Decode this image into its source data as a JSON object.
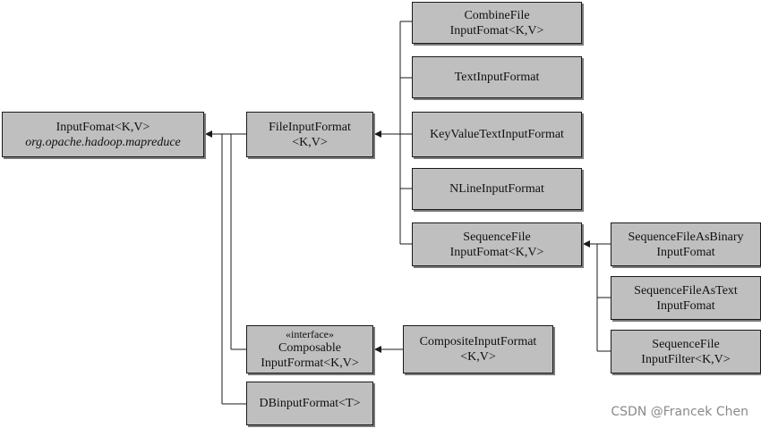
{
  "nodes": {
    "inputformat": {
      "line1": "InputFomat<K,V>",
      "line2": "org.opache.hadoop.mapreduce"
    },
    "fileinputformat": {
      "line1": "FileInputFormat",
      "line2": "<K,V>"
    },
    "combinefile": {
      "line1": "CombineFile",
      "line2": "InputFomat<K,V>"
    },
    "textinputformat": {
      "line1": "TextInputFormat"
    },
    "keyvaluetext": {
      "line1": "KeyValueTextInputFormat"
    },
    "nlineinputformat": {
      "line1": "NLineInputFormat"
    },
    "sequencefile": {
      "line1": "SequenceFile",
      "line2": "InputFomat<K,V>"
    },
    "seqasbinary": {
      "line1": "SequenceFileAsBinary",
      "line2": "InputFomat"
    },
    "seqastext": {
      "line1": "SequenceFileAsText",
      "line2": "InputFomat"
    },
    "seqfilter": {
      "line1": "SequenceFile",
      "line2": "InputFilter<K,V>"
    },
    "composable": {
      "stereotype": "«interface»",
      "line1": "Composable",
      "line2": "InputFormat<K,V>"
    },
    "compositeinputformat": {
      "line1": "CompositeInputFormat",
      "line2": "<K,V>"
    },
    "dbinputformat": {
      "line1": "DBinputFormat<T>"
    }
  },
  "watermark": "CSDN @Francek Chen",
  "colors": {
    "box_fill": "#bfbfbf",
    "box_border": "#1a1a1a",
    "line": "#1a1a1a"
  }
}
